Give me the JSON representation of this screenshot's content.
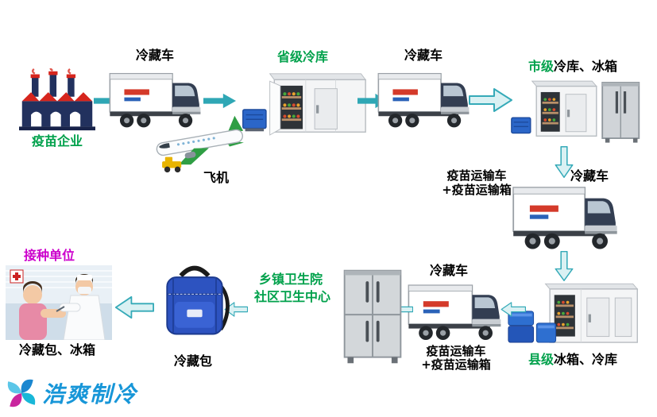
{
  "diagram": {
    "factory": {
      "label": "疫苗企业"
    },
    "truck_top_left": {
      "label": "冷藏车"
    },
    "provincial_storage": {
      "label": "省级冷库"
    },
    "truck_top_right": {
      "label": "冷藏车"
    },
    "municipal": {
      "level": "市级",
      "rest": "冷库、冰箱"
    },
    "airplane": {
      "label": "飞机"
    },
    "right_transport": {
      "truck_label": "冷藏车",
      "line1": "疫苗运输车",
      "line2": "+疫苗运输箱"
    },
    "county": {
      "level": "县级",
      "rest": "冰箱、冷库"
    },
    "bottom_transport": {
      "truck_label": "冷藏车",
      "line1": "疫苗运输车",
      "line2": "+疫苗运输箱"
    },
    "township": {
      "line1": "乡镇卫生院",
      "line2": "社区卫生中心"
    },
    "cooler_bag": {
      "label": "冷藏包"
    },
    "vaccination_unit": {
      "label": "接种单位",
      "equipment": "冷藏包、冰箱"
    }
  },
  "logo": {
    "brand": "浩爽制冷"
  },
  "colors": {
    "label_green": "#00a14b",
    "label_magenta": "#cc00cc",
    "label_black": "#000000",
    "arrow_solid_teal": "#2fa7b5",
    "arrow_hollow_fill": "#daf1f3",
    "arrow_hollow_stroke": "#35aab8",
    "logo_blue": "#1796d8",
    "factory_navy": "#22315e",
    "factory_red": "#d6251d",
    "cooler_blue": "#2b66c8"
  }
}
